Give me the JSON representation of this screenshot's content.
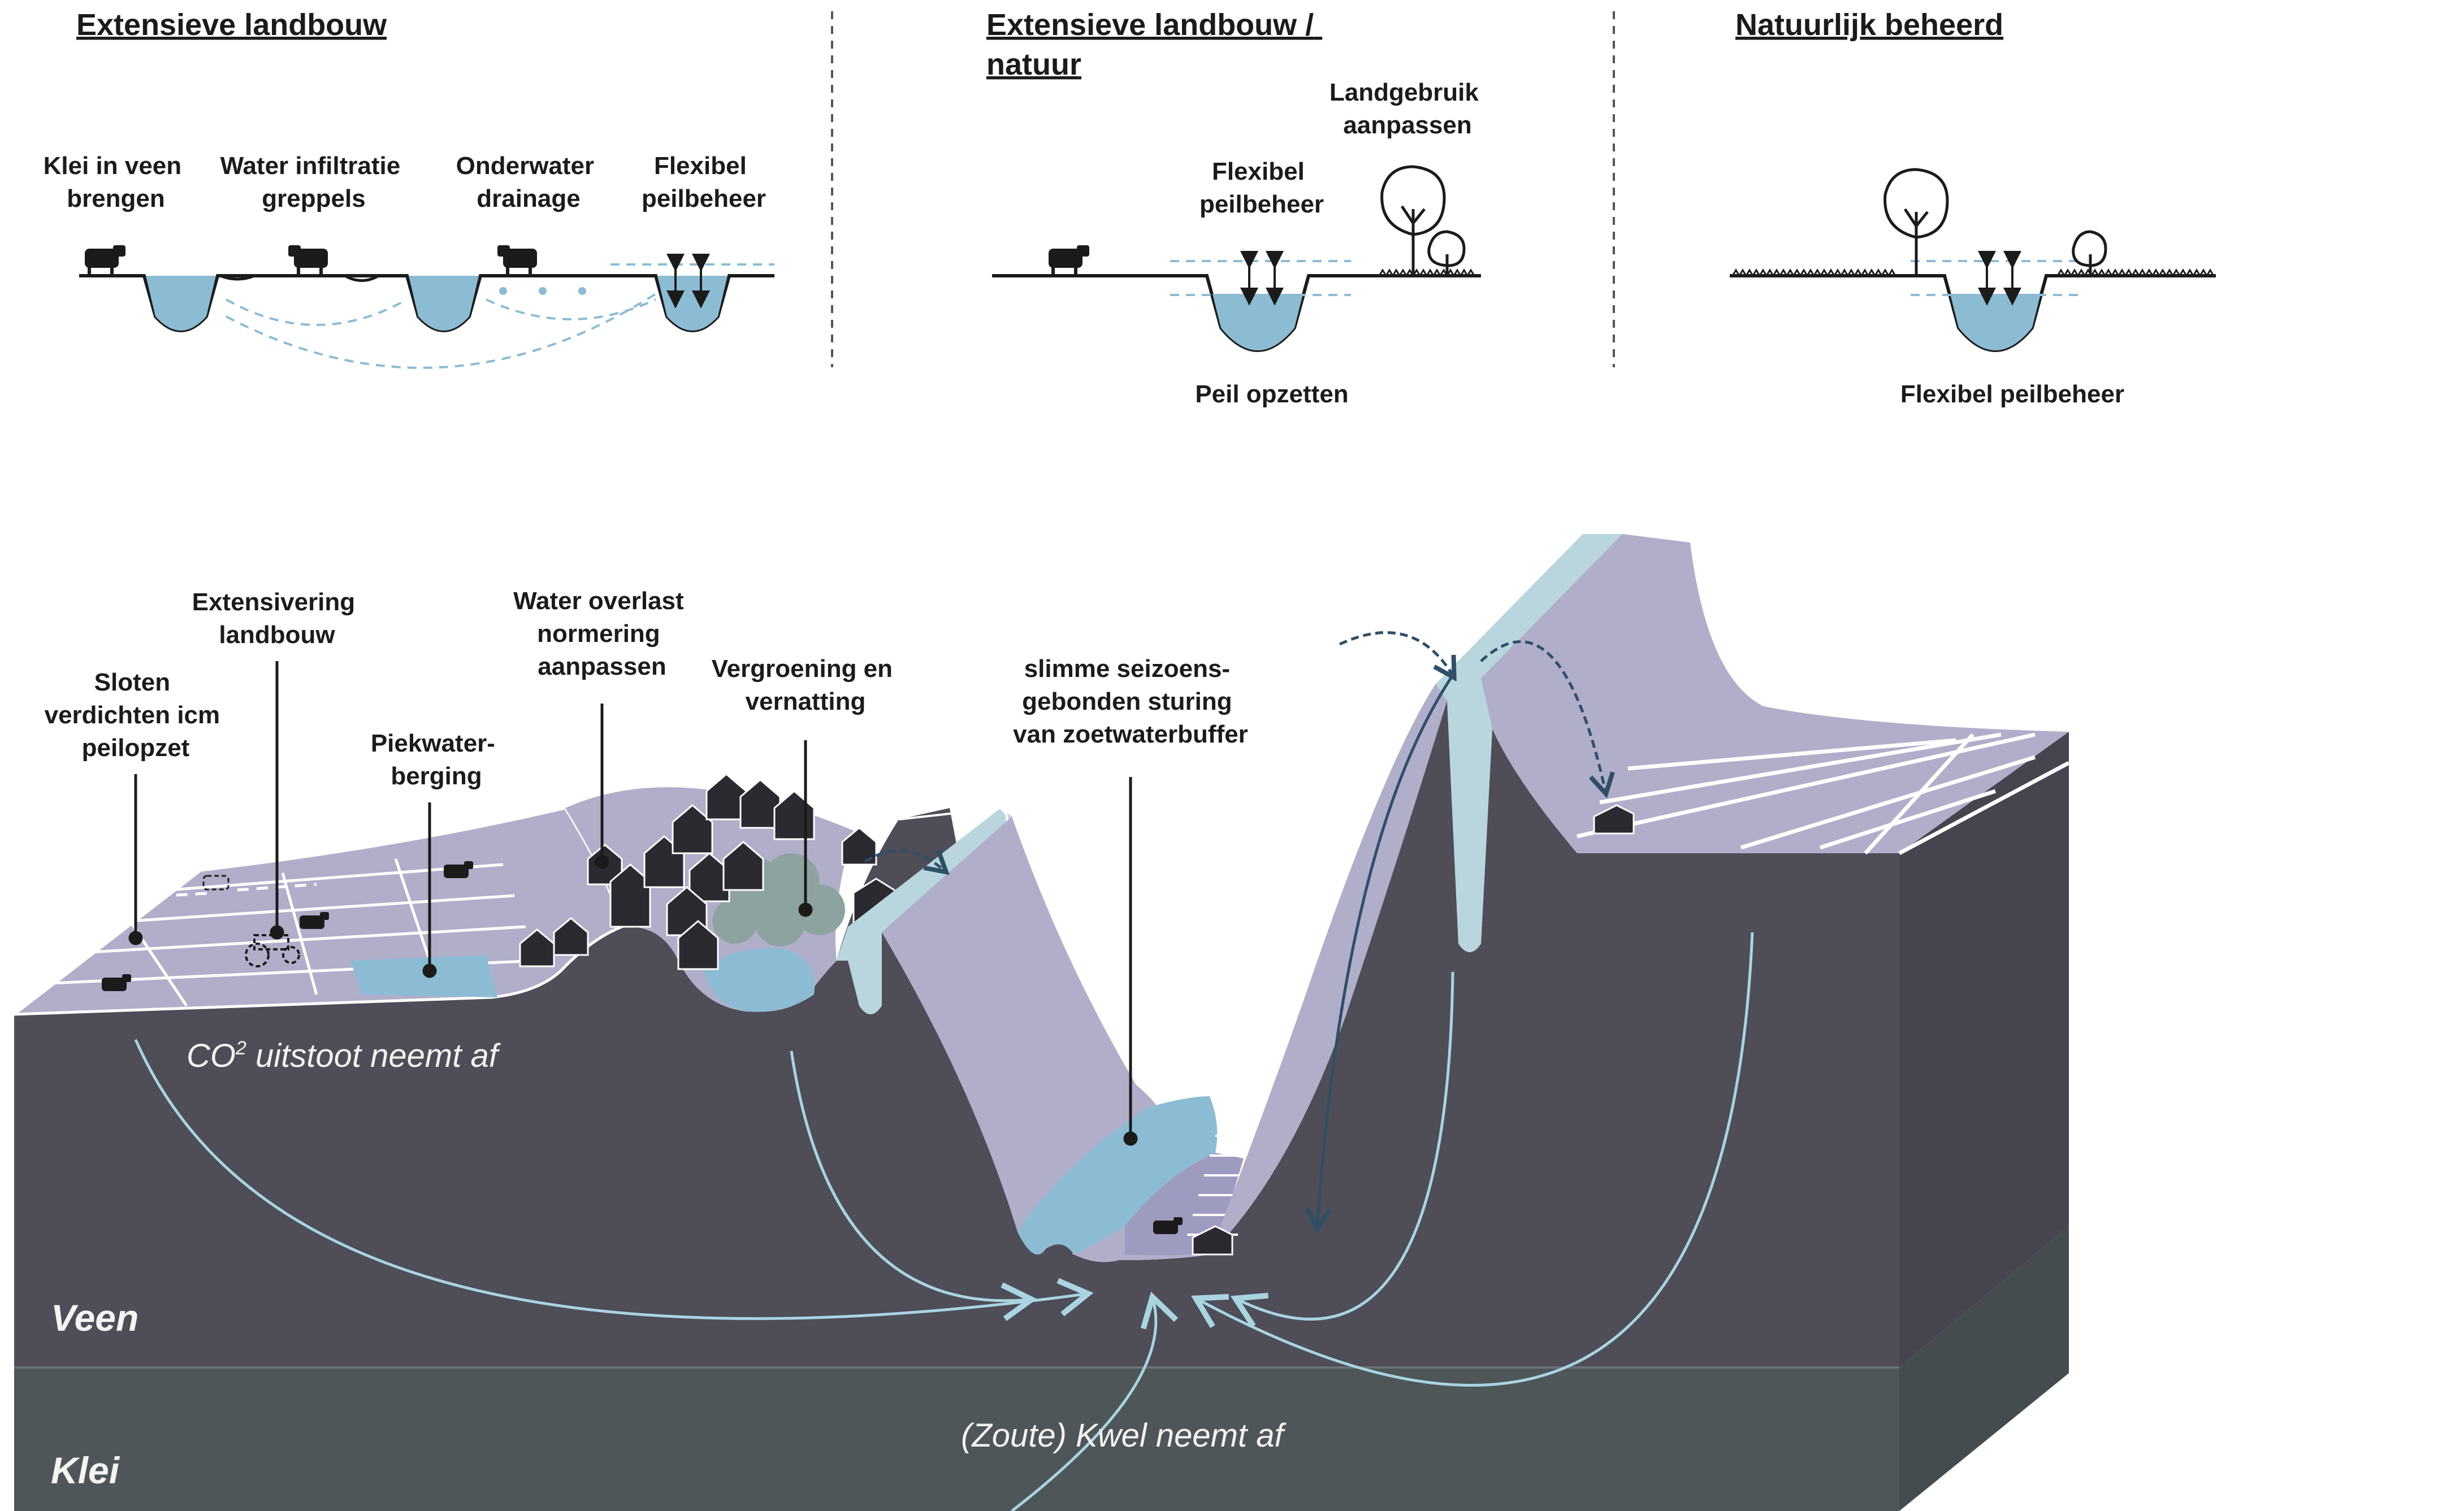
{
  "colors": {
    "water": "#8cbcd4",
    "water_light": "#b9d6de",
    "land": "#b1aeca",
    "land_dark": "#9e9bc0",
    "veen": "#4e4d58",
    "klei": "#4f5659",
    "veen_side": "#45444f",
    "klei_side": "#454c4f",
    "arrow": "#a9d4e2",
    "ink": "#1b1b1b"
  },
  "panels": [
    {
      "title_lines": [
        "Extensieve landbouw"
      ],
      "labels": [
        {
          "lines": [
            "Klei in veen",
            "brengen"
          ]
        },
        {
          "lines": [
            "Water infiltratie",
            "greppels"
          ]
        },
        {
          "lines": [
            "Onderwater",
            "drainage"
          ]
        },
        {
          "lines": [
            "Flexibel",
            "peilbeheer"
          ]
        }
      ]
    },
    {
      "title_lines": [
        "Extensieve landbouw /",
        "natuur"
      ],
      "labels": [
        {
          "lines": [
            "Landgebruik",
            "aanpassen"
          ]
        },
        {
          "lines": [
            "Flexibel",
            "peilbeheer"
          ]
        },
        {
          "lines": [
            "Peil opzetten"
          ]
        }
      ]
    },
    {
      "title_lines": [
        "Natuurlijk beheerd"
      ],
      "labels": [
        {
          "lines": [
            "Flexibel peilbeheer"
          ]
        }
      ]
    }
  ],
  "block": {
    "callouts": [
      {
        "lines": [
          "Sloten",
          "verdichten icm",
          "peilopzet"
        ]
      },
      {
        "lines": [
          "Extensivering",
          "landbouw"
        ]
      },
      {
        "lines": [
          "Piekwater-",
          "berging"
        ]
      },
      {
        "lines": [
          "Water overlast",
          "normering",
          "aanpassen"
        ]
      },
      {
        "lines": [
          "Vergroening en",
          "vernatting"
        ]
      },
      {
        "lines": [
          "slimme seizoens-",
          "gebonden sturing",
          "van zoetwaterbuffer"
        ]
      }
    ],
    "co2_text": "CO",
    "co2_sup": "2",
    "co2_rest": " uitstoot neemt af",
    "kwel_text": "(Zoute) Kwel neemt af",
    "layer_veen": "Veen",
    "layer_klei": "Klei"
  }
}
